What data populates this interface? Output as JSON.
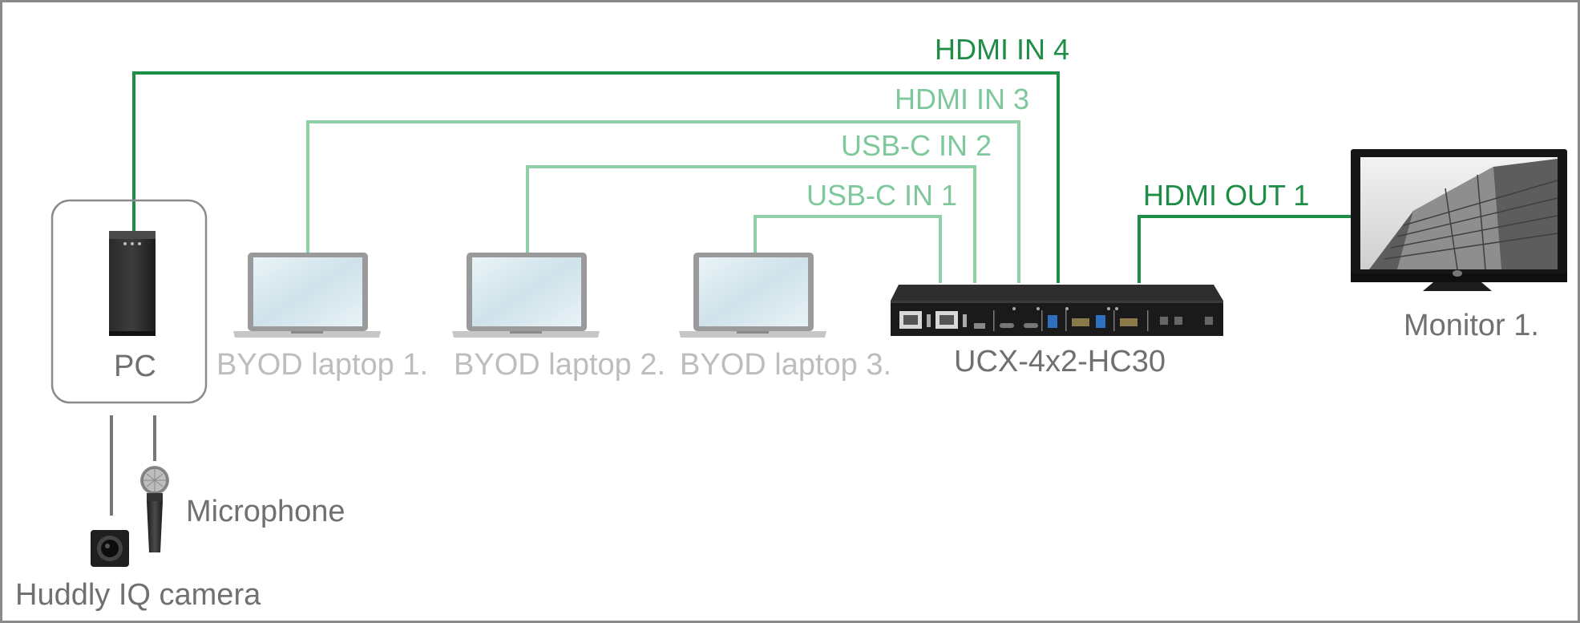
{
  "colors": {
    "dark_green": "#1e8e47",
    "light_green": "#7ec89b",
    "label_gray": "#707070",
    "byod_gray": "#bdbdbd",
    "frame_gray": "#8a8a8a"
  },
  "connections": {
    "hdmi_in_4": "HDMI IN 4",
    "hdmi_in_3": "HDMI IN 3",
    "usbc_in_2": "USB-C IN 2",
    "usbc_in_1": "USB-C IN 1",
    "hdmi_out_1": "HDMI OUT 1"
  },
  "devices": {
    "pc": "PC",
    "byod1": "BYOD laptop 1.",
    "byod2": "BYOD laptop 2.",
    "byod3": "BYOD laptop 3.",
    "switcher": "UCX-4x2-HC30",
    "monitor": "Monitor 1.",
    "microphone": "Microphone",
    "camera": "Huddly IQ camera"
  },
  "icons": {
    "pc": "pc-tower-icon",
    "laptop": "laptop-icon",
    "switcher": "switcher-device-icon",
    "monitor": "monitor-icon",
    "microphone": "microphone-icon",
    "camera": "camera-icon"
  }
}
